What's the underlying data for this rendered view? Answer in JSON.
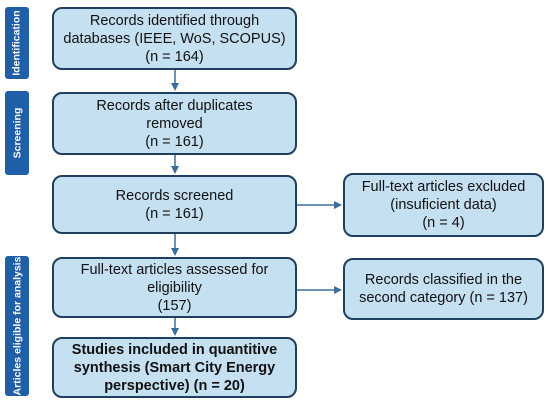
{
  "colors": {
    "stage_fill": "#1f5fa8",
    "box_fill": "#c5e0f1",
    "box_border": "#1f3f5e",
    "arrow": "#3c6e9c"
  },
  "stages": {
    "identification": "Identification",
    "screening": "Screening",
    "eligible": "Articles eligible for analysis"
  },
  "boxes": {
    "identified": "Records identified through\ndatabases (IEEE, WoS, SCOPUS)\n(n = 164)",
    "duplicates": "Records after duplicates\nremoved\n(n = 161)",
    "screened": "Records screened\n(n = 161)",
    "excluded": "Full-text articles excluded\n(insuficient data)\n(n = 4)",
    "assessed": "Full-text articles assessed for\neligibility\n(157)",
    "second_category": "Records classified in the\nsecond category (n = 137)",
    "included": "Studies included in quantitive\nsynthesis (Smart City Energy\nperspective) (n = 20)"
  }
}
